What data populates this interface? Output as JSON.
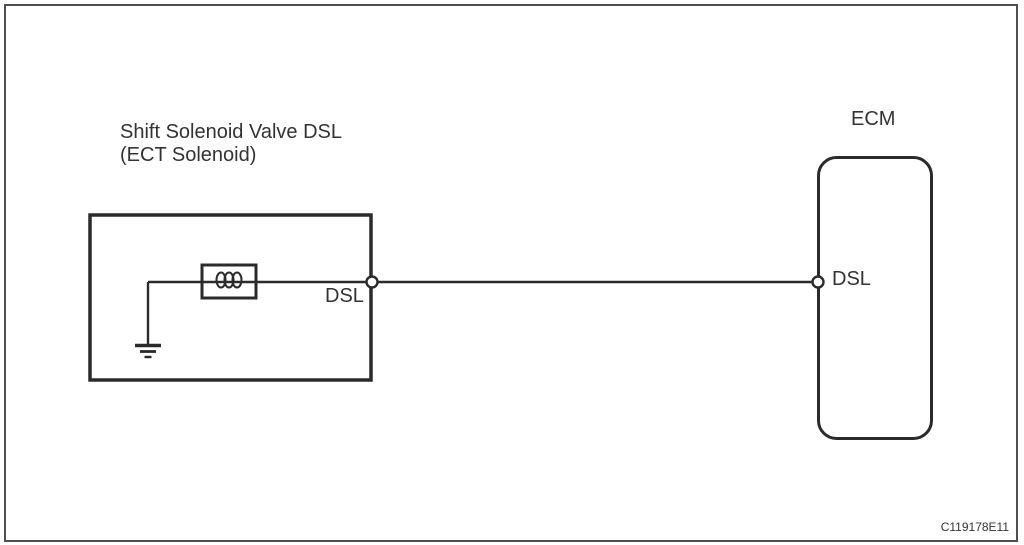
{
  "figure": {
    "doc_code": "C119178E11",
    "colors": {
      "line": "#2b2b2b",
      "text": "#333333",
      "background": "#ffffff",
      "frame": "#4f4f4f"
    },
    "solenoid": {
      "title_line1": "Shift Solenoid Valve DSL",
      "title_line2": "(ECT Solenoid)",
      "terminal_label": "DSL"
    },
    "ecm": {
      "title": "ECM",
      "pin_label": "DSL"
    }
  }
}
